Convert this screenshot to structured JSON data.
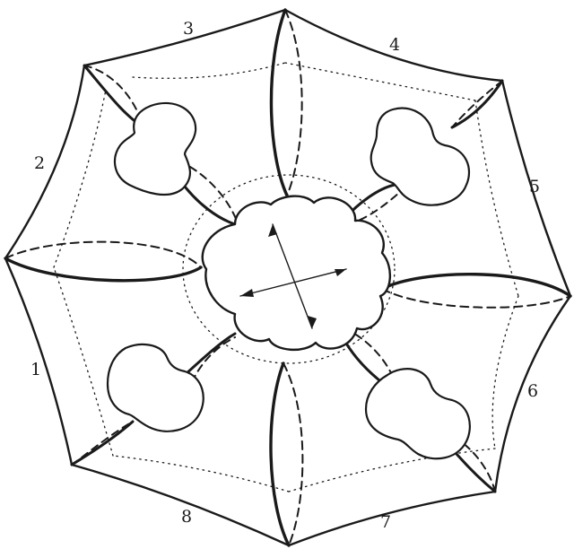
{
  "figure": {
    "ink_color": "#1a1a1a",
    "background": "#ffffff",
    "face_labels": [
      {
        "id": "face-1",
        "text": "1"
      },
      {
        "id": "face-2",
        "text": "2"
      },
      {
        "id": "face-3",
        "text": "3"
      },
      {
        "id": "face-4",
        "text": "4"
      },
      {
        "id": "face-5",
        "text": "5"
      },
      {
        "id": "face-6",
        "text": "6"
      },
      {
        "id": "face-7",
        "text": "7"
      },
      {
        "id": "face-8",
        "text": "8"
      }
    ]
  }
}
